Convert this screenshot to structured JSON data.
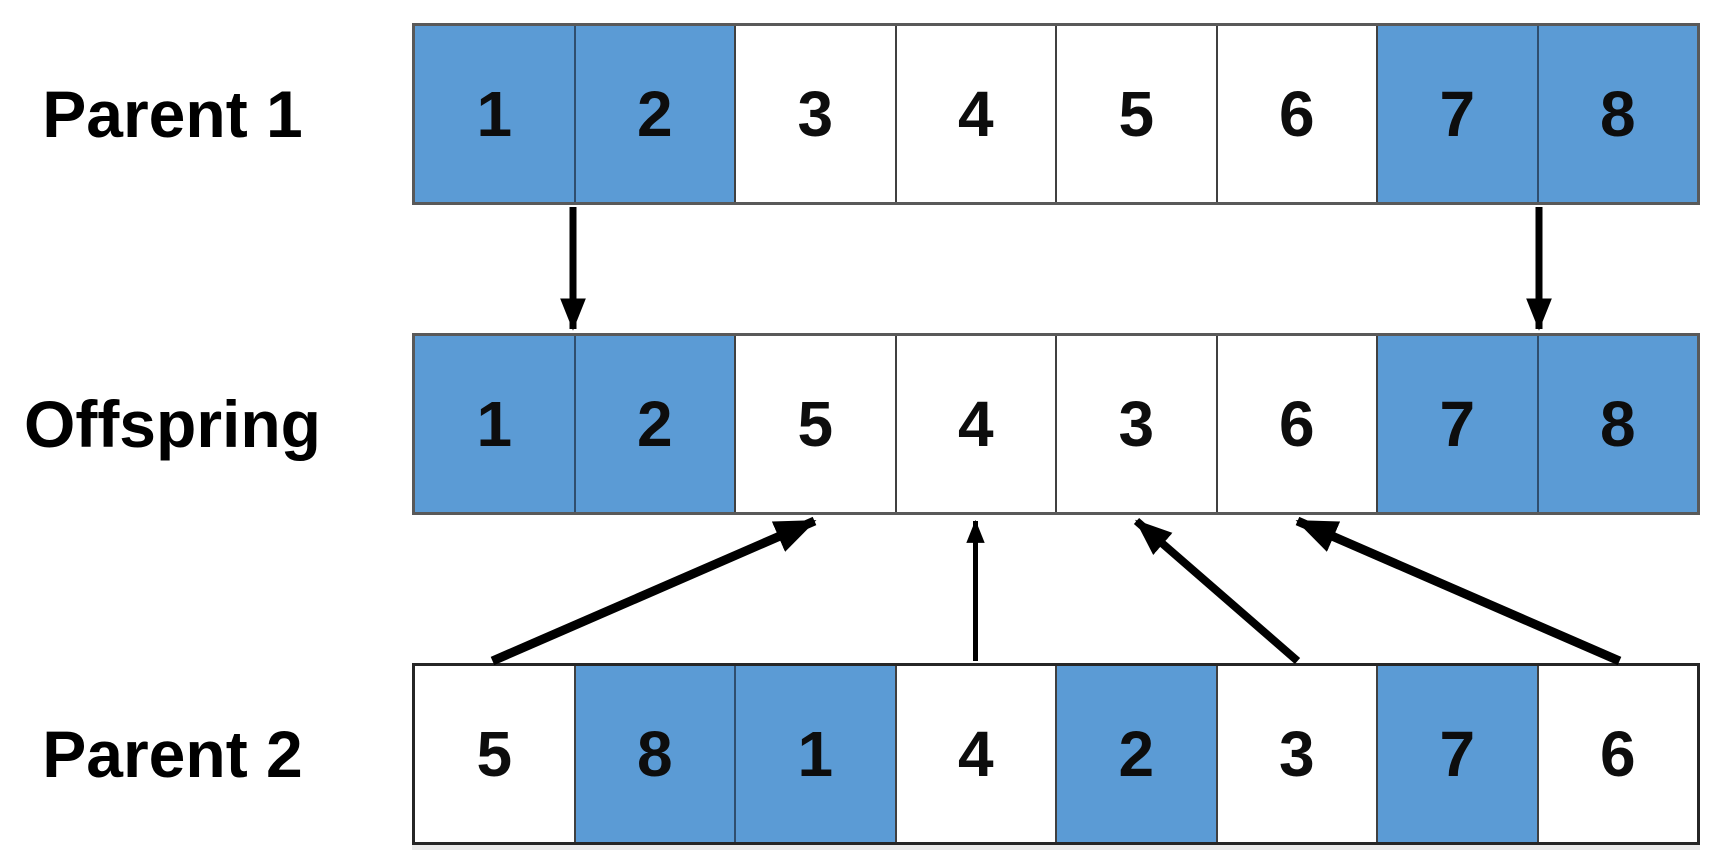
{
  "colors": {
    "background": "#FFFFFF",
    "highlight_fill": "#5B9BD5",
    "highlight_divider": "#2F4E6E",
    "cell_divider": "#404040",
    "outer_border": "#595959",
    "parent2_border": "#262626",
    "arrow": "#000000",
    "text": "#000000"
  },
  "rows": [
    {
      "id": "parent1",
      "label": "Parent 1",
      "cells": [
        {
          "value": "1",
          "highlighted": true
        },
        {
          "value": "2",
          "highlighted": true
        },
        {
          "value": "3",
          "highlighted": false
        },
        {
          "value": "4",
          "highlighted": false
        },
        {
          "value": "5",
          "highlighted": false
        },
        {
          "value": "6",
          "highlighted": false
        },
        {
          "value": "7",
          "highlighted": true
        },
        {
          "value": "8",
          "highlighted": true
        }
      ]
    },
    {
      "id": "offspring",
      "label": "Offspring",
      "cells": [
        {
          "value": "1",
          "highlighted": true
        },
        {
          "value": "2",
          "highlighted": true
        },
        {
          "value": "5",
          "highlighted": false
        },
        {
          "value": "4",
          "highlighted": false
        },
        {
          "value": "3",
          "highlighted": false
        },
        {
          "value": "6",
          "highlighted": false
        },
        {
          "value": "7",
          "highlighted": true
        },
        {
          "value": "8",
          "highlighted": true
        }
      ]
    },
    {
      "id": "parent2",
      "label": "Parent 2",
      "cells": [
        {
          "value": "5",
          "highlighted": false
        },
        {
          "value": "8",
          "highlighted": true
        },
        {
          "value": "1",
          "highlighted": true
        },
        {
          "value": "4",
          "highlighted": false
        },
        {
          "value": "2",
          "highlighted": true
        },
        {
          "value": "3",
          "highlighted": false
        },
        {
          "value": "7",
          "highlighted": true
        },
        {
          "value": "6",
          "highlighted": false
        }
      ]
    }
  ],
  "arrows": [
    {
      "name": "copy-segment-left-arrow",
      "from": {
        "row": "parent1",
        "cell": 2,
        "anchor": "left",
        "side": "bottom"
      },
      "to": {
        "row": "offspring",
        "cell": 2,
        "anchor": "left",
        "side": "top"
      },
      "stroke_width": 7
    },
    {
      "name": "copy-segment-right-arrow",
      "from": {
        "row": "parent1",
        "cell": 8,
        "anchor": "left",
        "side": "bottom"
      },
      "to": {
        "row": "offspring",
        "cell": 8,
        "anchor": "left",
        "side": "top"
      },
      "stroke_width": 7
    },
    {
      "name": "fill-value-5-arrow",
      "from": {
        "row": "parent2",
        "cell": 1,
        "anchor": "center",
        "side": "top"
      },
      "to": {
        "row": "offspring",
        "cell": 3,
        "anchor": "center",
        "side": "bottom"
      },
      "stroke_width": 9
    },
    {
      "name": "fill-value-4-arrow",
      "from": {
        "row": "parent2",
        "cell": 4,
        "anchor": "center",
        "side": "top"
      },
      "to": {
        "row": "offspring",
        "cell": 4,
        "anchor": "center",
        "side": "bottom"
      },
      "stroke_width": 5
    },
    {
      "name": "fill-value-3-arrow",
      "from": {
        "row": "parent2",
        "cell": 6,
        "anchor": "center",
        "side": "top"
      },
      "to": {
        "row": "offspring",
        "cell": 5,
        "anchor": "center",
        "side": "bottom"
      },
      "stroke_width": 8
    },
    {
      "name": "fill-value-6-arrow",
      "from": {
        "row": "parent2",
        "cell": 8,
        "anchor": "center",
        "side": "top"
      },
      "to": {
        "row": "offspring",
        "cell": 6,
        "anchor": "center",
        "side": "bottom"
      },
      "stroke_width": 9
    }
  ]
}
